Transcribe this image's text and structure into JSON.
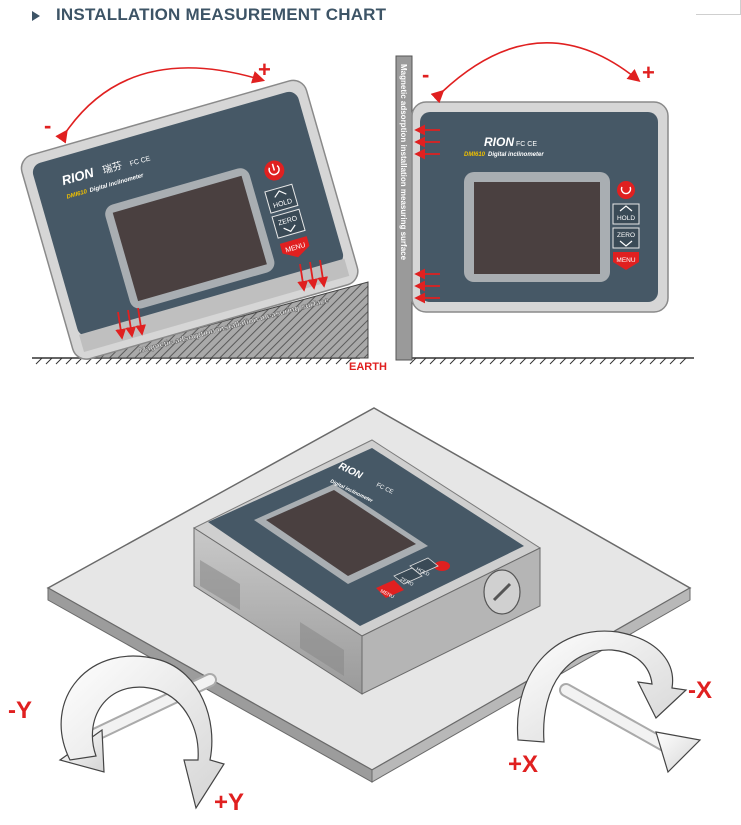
{
  "header": {
    "title": "INSTALLATION MEASUREMENT CHART"
  },
  "device": {
    "brand": "RION",
    "brand_cn": "瑞芬",
    "model": "DMI610",
    "product": "Digital inclinometer",
    "cert": "FC CE",
    "buttons": {
      "hold": "HOLD",
      "zero": "ZERO",
      "menu": "MENU"
    }
  },
  "top_left": {
    "minus": "-",
    "plus": "+",
    "surface_label": "Magnetic adsorption installation measuring surface"
  },
  "top_right": {
    "minus": "-",
    "plus": "+",
    "surface_label": "Magnetic adsorption installation measuring surface"
  },
  "earth_label": "EARTH",
  "axes": {
    "neg_y": "-Y",
    "pos_y": "+Y",
    "pos_x": "+X",
    "neg_x": "-X"
  },
  "colors": {
    "accent": "#e02020",
    "panel": "#465866",
    "header": "#3d5466"
  }
}
